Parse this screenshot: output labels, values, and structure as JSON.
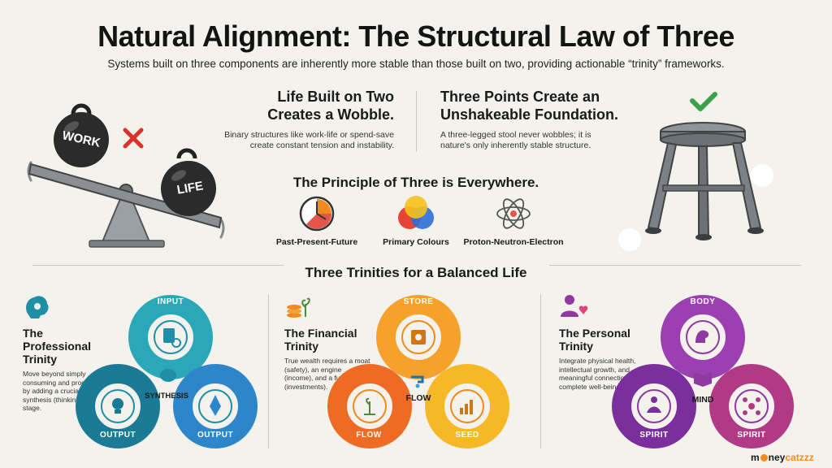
{
  "header": {
    "title": "Natural Alignment: The Structural Law of Three",
    "subtitle": "Systems built on three components are inherently more stable than those built on two, providing actionable “trinity” frameworks."
  },
  "two": {
    "heading_line1": "Life Built on Two",
    "heading_line2": "Creates a Wobble.",
    "body_line1": "Binary structures like work-life or spend-save",
    "body_line2": "create constant tension and instability.",
    "weight_left": "WORK",
    "weight_right": "LIFE"
  },
  "three": {
    "heading_line1": "Three Points Create an",
    "heading_line2": "Unshakeable Foundation.",
    "body_line1": "A three-legged stool never wobbles; it is",
    "body_line2": "nature's only inherently stable structure."
  },
  "principle": {
    "title": "The Principle of Three is Everywhere.",
    "items": [
      {
        "label": "Past-Present-Future",
        "icon": "clock-icon"
      },
      {
        "label": "Primary Colours",
        "icon": "color-circles-icon"
      },
      {
        "label": "Proton-Neutron-Electron",
        "icon": "atom-icon"
      }
    ]
  },
  "trinities": {
    "title": "Three Trinities for a Balanced Life",
    "professional": {
      "title_line1": "The Professional",
      "title_line2": "Trinity",
      "body": [
        "Move beyond simply",
        "consuming and producing",
        "by adding a crucial",
        "synthesis (thinking)",
        "stage."
      ],
      "top": "INPUT",
      "center": "SYNTHESIS",
      "left": "OUTPUT",
      "right": "OUTPUT",
      "color": "#1f8fa8"
    },
    "financial": {
      "title_line1": "The Financial",
      "title_line2": "Trinity",
      "body": [
        "True wealth requires a moat",
        "(safety), an engine",
        "(income), and a future",
        "(investments)."
      ],
      "top": "STORE",
      "center": "FLOW",
      "left": "FLOW",
      "right": "SEED",
      "color": "#f08a1c"
    },
    "personal": {
      "title_line1": "The Personal",
      "title_line2": "Trinity",
      "body": [
        "Integrate physical health,",
        "intellectual growth, and",
        "meaningful connection for",
        "complete well-being."
      ],
      "top": "BODY",
      "center": "MIND",
      "left": "SPIRIT",
      "right": "SPIRIT",
      "color": "#8e3aa0"
    }
  },
  "brand": {
    "prefix": "m",
    "mid": "ney",
    "suffix": "catzzz"
  }
}
